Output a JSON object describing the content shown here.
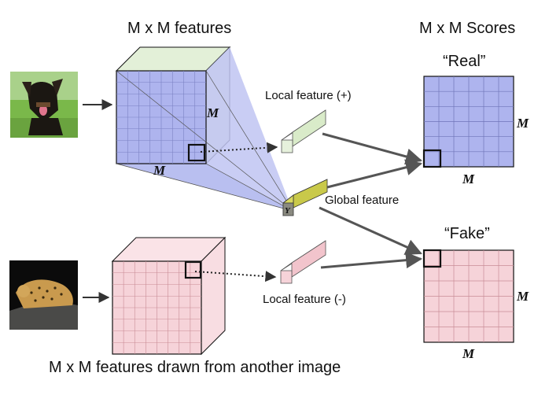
{
  "labels": {
    "top_features": "M x M features",
    "scores": "M x M Scores",
    "real": "“Real”",
    "fake": "“Fake”",
    "local_pos": "Local feature (+)",
    "global": "Global feature",
    "local_neg": "Local feature (-)",
    "bottom_features": "M x M features drawn from another image",
    "m": "M",
    "y": "Y"
  },
  "colors": {
    "blue_front": "#aeb4ee",
    "blue_side": "#c2c6f2",
    "green": "#e3f0d8",
    "pink": "#f6d3d9",
    "yellow": "#d8d85a",
    "line": "#111111",
    "arrow": "#555555"
  },
  "images": {
    "top": "dog-photo",
    "bottom": "leopard-photo"
  }
}
